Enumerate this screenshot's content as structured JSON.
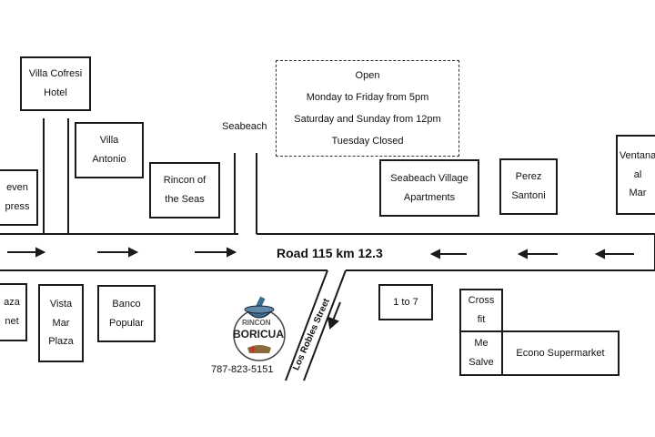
{
  "hours": {
    "title": "Open",
    "lines": [
      "Monday to Friday from 5pm",
      "Saturday and Sunday from 12pm",
      "Tuesday Closed"
    ]
  },
  "road": "Road 115 km 12.3",
  "street": "Los Robles Street",
  "seabeach": "Seabeach",
  "phone": "787-823-5151",
  "logo": {
    "top": "RINCON",
    "bottom": "BORICUA"
  },
  "places": {
    "seven_express": "even\npress",
    "villa_cofresi": "Villa Cofresi\nHotel",
    "villa_antonio": "Villa\nAntonio",
    "rincon_seas": "Rincon of\nthe Seas",
    "seabeach_village": "Seabeach Village\nApartments",
    "perez_santoni": "Perez\nSantoni",
    "ventana_mar": "Ventana al\nMar",
    "plaza_net": "aza\nnet",
    "vista_mar": "Vista\nMar\nPlaza",
    "banco_popular": "Banco\nPopular",
    "one_to_seven": "1 to 7",
    "cross_fit": "Cross\nfit",
    "me_salve": "Me\nSalve",
    "econo": "Econo Supermarket"
  }
}
